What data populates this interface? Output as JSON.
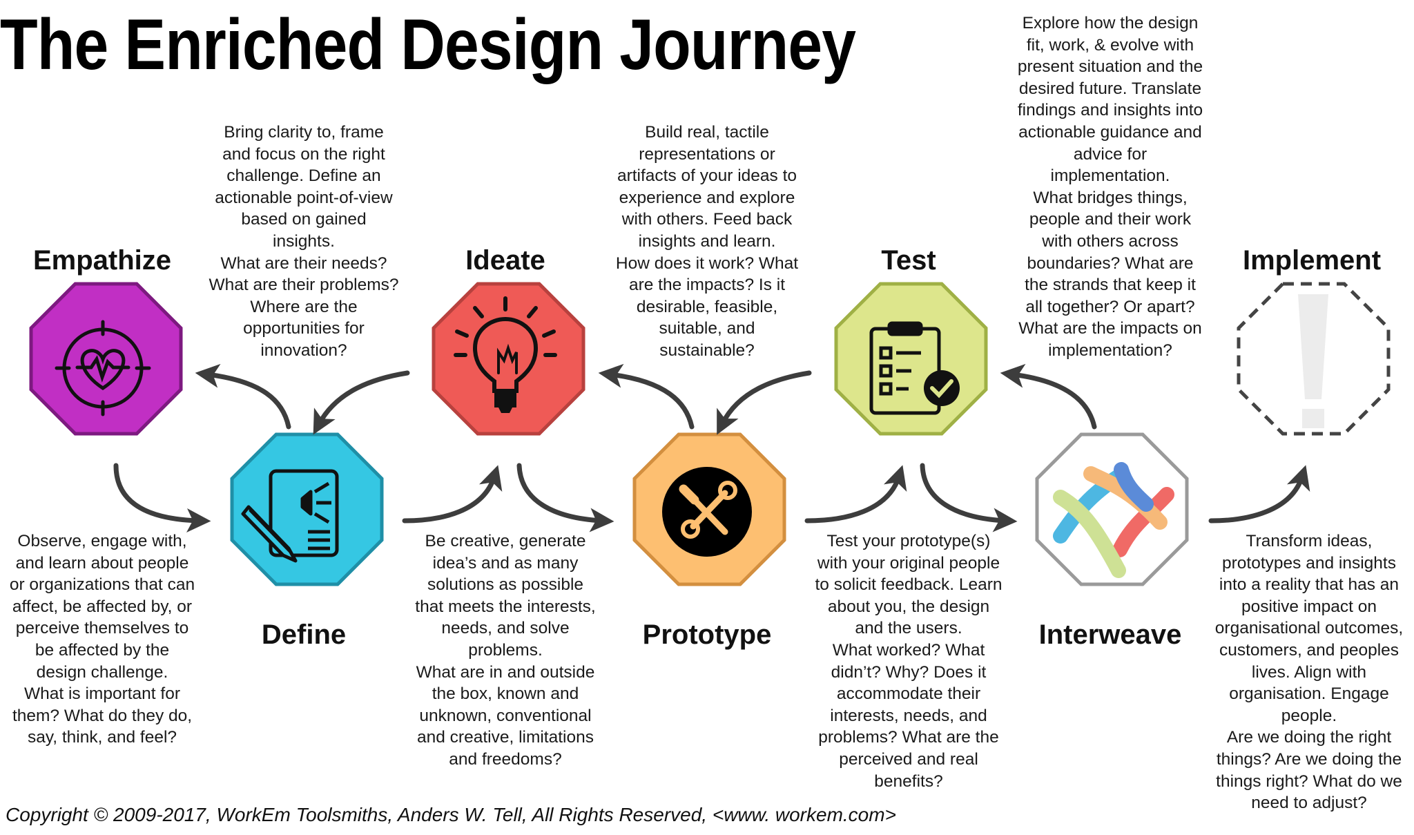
{
  "title": "The Enriched Design Journey",
  "copyright": "Copyright © 2009-2017, WorkEm Toolsmiths, Anders W. Tell, All Rights Reserved, <www. workem.com>",
  "stages": [
    {
      "label": "Empathize",
      "color": "#c12fc4",
      "icon": "heart-target-icon",
      "description": "Observe, engage with,\nand learn about people\nor organizations that can\naffect, be affected by, or\nperceive themselves to\nbe affected by the\ndesign challenge.\nWhat is important for\nthem? What do they do,\nsay, think, and feel?"
    },
    {
      "label": "Define",
      "color": "#35c7e3",
      "icon": "document-pencil-icon",
      "description": "Bring clarity to, frame\nand focus on the right\nchallenge. Define an\nactionable point-of-view\nbased on gained\ninsights.\nWhat are their needs?\nWhat are their problems?\nWhere are the\nopportunities for\ninnovation?"
    },
    {
      "label": "Ideate",
      "color": "#ef5a56",
      "icon": "lightbulb-icon",
      "description": "Be creative, generate\nidea’s and as many\nsolutions as possible\nthat meets the interests,\nneeds, and solve\nproblems.\nWhat are in and outside\nthe box, known and\nunknown, conventional\nand creative, limitations\nand freedoms?"
    },
    {
      "label": "Prototype",
      "color": "#fdbf71",
      "icon": "tools-icon",
      "description": "Build real, tactile\nrepresentations or\nartifacts of your ideas to\nexperience and explore\nwith others. Feed back\ninsights and learn.\nHow does it work? What\nare the impacts? Is it\ndesirable, feasible,\nsuitable, and\nsustainable?"
    },
    {
      "label": "Test",
      "color": "#dde68c",
      "icon": "clipboard-checklist-icon",
      "description": "Test your prototype(s)\nwith your original people\nto solicit feedback. Learn\nabout you, the design\nand the users.\nWhat worked? What\ndidn’t? Why? Does it\naccommodate their\ninterests, needs, and\nproblems? What are the\nperceived and real\nbenefits?"
    },
    {
      "label": "Interweave",
      "color": "#ffffff",
      "icon": "woven-strands-icon",
      "description": "Explore how the design\nfit, work, & evolve with\npresent situation and the\ndesired future. Translate\nfindings and insights into\nactionable guidance and\nadvice for\nimplementation.\nWhat bridges things,\npeople and their work\nwith others across\nboundaries? What are\nthe strands that keep it\nall together? Or apart?\nWhat are the impacts on\nimplementation?"
    },
    {
      "label": "Implement",
      "color": "#ffffff",
      "icon": "exclamation-icon",
      "description": "Transform ideas,\nprototypes and insights\ninto a reality that has an\npositive impact on\norganisational outcomes,\ncustomers, and peoples\nlives. Align with\norganisation. Engage\npeople.\nAre we doing the right\nthings? Are we doing the\nthings right? What do we\nneed to adjust?"
    }
  ]
}
